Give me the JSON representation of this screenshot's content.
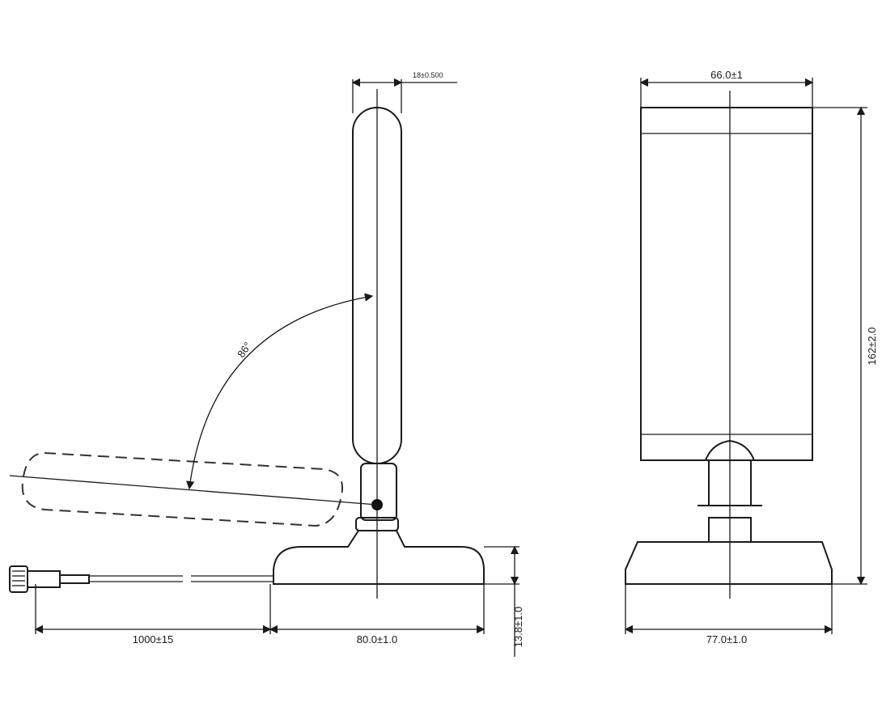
{
  "dimensions": {
    "top_thickness": "18±0.500",
    "angle": "86°",
    "cable_length": "1000±15",
    "base_length": "80.0±1.0",
    "base_height": "13.8±1.0",
    "front_width": "66.0±1",
    "total_height": "162±2.0",
    "front_base_width": "77.0±1.0"
  }
}
